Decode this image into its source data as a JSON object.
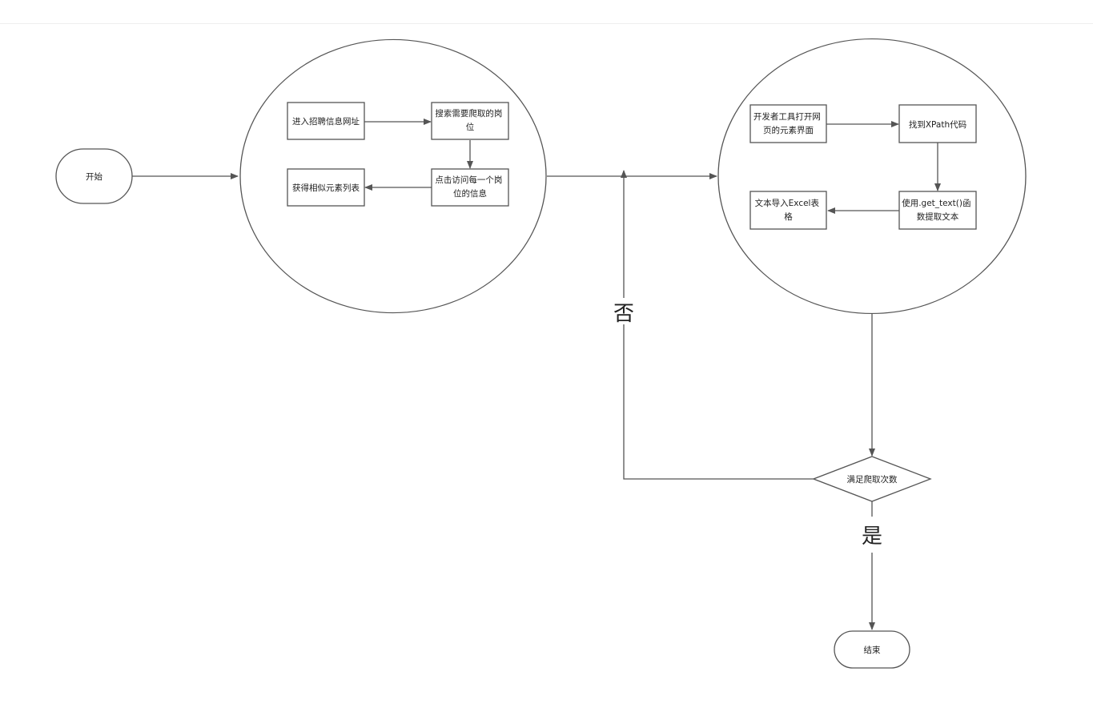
{
  "nodes": {
    "start": "开始",
    "enter_site": "进入招聘信息网址",
    "search_job": [
      "搜索需要爬取的岗",
      "位"
    ],
    "click_visit": [
      "点击访问每一个岗",
      "位的信息"
    ],
    "get_list": "获得相似元素列表",
    "devtools": [
      "开发者工具打开网",
      "页的元素界面"
    ],
    "find_xpath": "找到XPath代码",
    "get_text": [
      "使用.get_text()函",
      "数提取文本"
    ],
    "export_excel": [
      "文本导入Excel表",
      "格"
    ],
    "condition": "满足爬取次数",
    "end": "结束"
  },
  "labels": {
    "no": "否",
    "yes": "是"
  },
  "colors": {
    "stroke": "#555555",
    "text": "#222222",
    "background": "#ffffff"
  }
}
